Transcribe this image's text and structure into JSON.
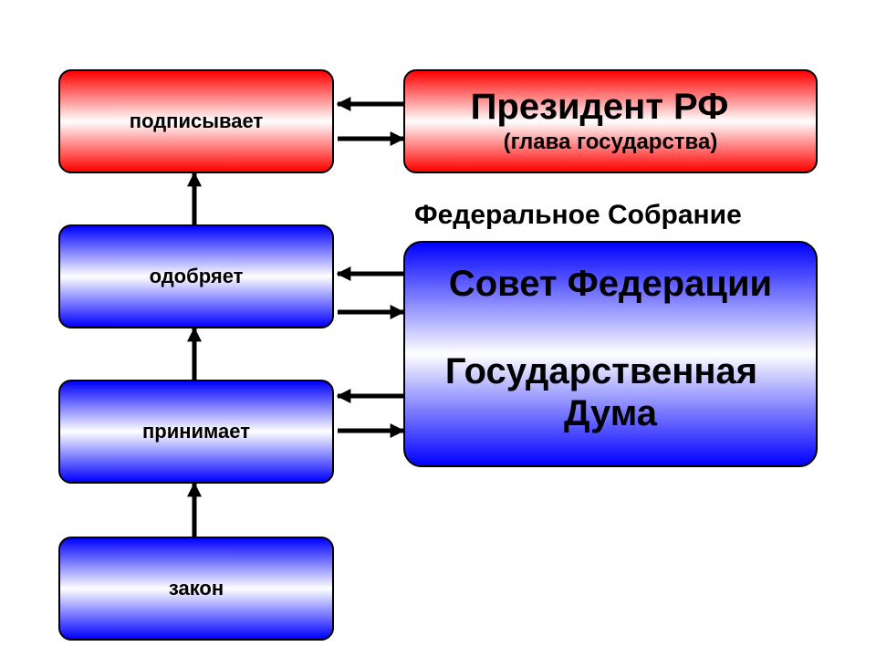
{
  "steps": {
    "signs": "подписывает",
    "approves": "одобряет",
    "adopts": "принимает",
    "law": "закон"
  },
  "president": {
    "title": "Президент РФ",
    "subtitle": "(глава государства)"
  },
  "assembly": {
    "heading": "Федеральное Собрание",
    "upper": "Совет Федерации",
    "lower_line1": "Государственная",
    "lower_line2": "Дума"
  },
  "colors": {
    "red": "#ff0000",
    "blue": "#0000ff",
    "arrow": "#000000"
  }
}
